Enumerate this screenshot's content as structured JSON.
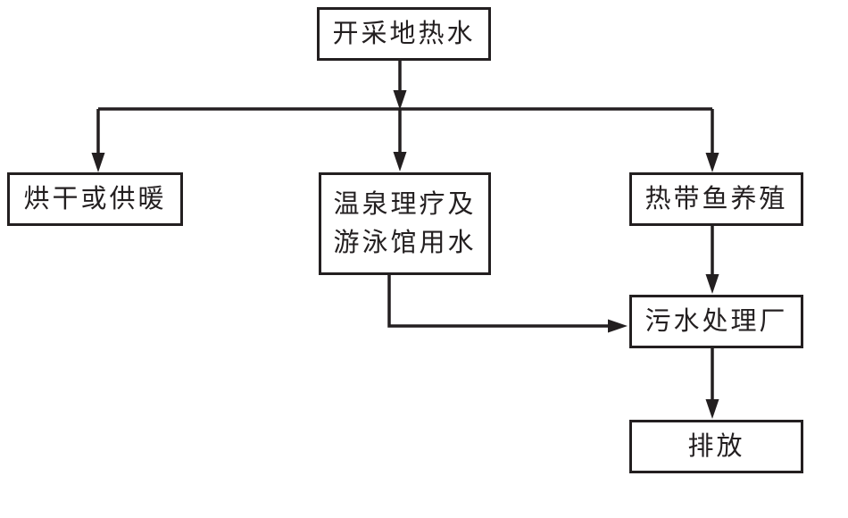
{
  "colors": {
    "line": "#231f20",
    "text": "#231f20",
    "background": "#ffffff"
  },
  "nodes": {
    "source": {
      "label": "开采地热水"
    },
    "drying": {
      "label": "烘干或供暖"
    },
    "spa": {
      "line1": "温泉理疗及",
      "line2": "游泳馆用水"
    },
    "fish": {
      "label": "热带鱼养殖"
    },
    "sewage": {
      "label": "污水处理厂"
    },
    "discharge": {
      "label": "排放"
    }
  },
  "edges": [
    {
      "from": "开采地热水",
      "to": "烘干或供暖"
    },
    {
      "from": "开采地热水",
      "to": "温泉理疗及游泳馆用水"
    },
    {
      "from": "开采地热水",
      "to": "热带鱼养殖"
    },
    {
      "from": "温泉理疗及游泳馆用水",
      "to": "污水处理厂"
    },
    {
      "from": "热带鱼养殖",
      "to": "污水处理厂"
    },
    {
      "from": "污水处理厂",
      "to": "排放"
    }
  ]
}
